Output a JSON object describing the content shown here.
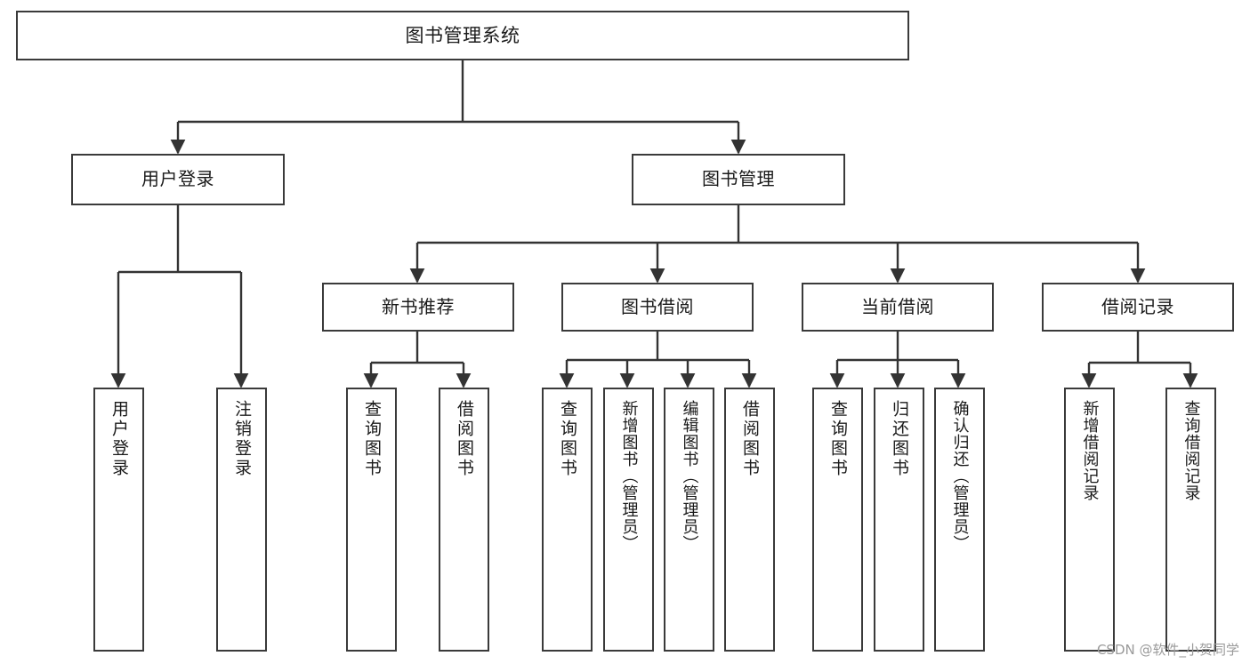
{
  "diagram": {
    "type": "tree-hierarchy",
    "title": "图书管理系统",
    "orientation": "top-down",
    "colors": {
      "box_border": "#3a3a3a",
      "box_fill": "#ffffff",
      "connector": "#333333",
      "text": "#1a1a1a",
      "watermark": "#9a9a9a",
      "background": "#ffffff"
    },
    "root": {
      "id": "root",
      "label": "图书管理系统"
    },
    "level1": [
      {
        "id": "user-login",
        "label": "用户登录"
      },
      {
        "id": "book-manage",
        "label": "图书管理"
      }
    ],
    "level2": [
      {
        "id": "new-book-recommend",
        "label": "新书推荐",
        "parent": "book-manage"
      },
      {
        "id": "book-borrow",
        "label": "图书借阅",
        "parent": "book-manage"
      },
      {
        "id": "current-borrow",
        "label": "当前借阅",
        "parent": "book-manage"
      },
      {
        "id": "borrow-record",
        "label": "借阅记录",
        "parent": "book-manage"
      }
    ],
    "leaves": [
      {
        "id": "leaf-user-login",
        "label": "用户登录",
        "parent": "user-login"
      },
      {
        "id": "leaf-user-logout",
        "label": "注销登录",
        "parent": "user-login"
      },
      {
        "id": "leaf-query-book-1",
        "label": "查询图书",
        "parent": "new-book-recommend"
      },
      {
        "id": "leaf-borrow-book-1",
        "label": "借阅图书",
        "parent": "new-book-recommend"
      },
      {
        "id": "leaf-query-book-2",
        "label": "查询图书",
        "parent": "book-borrow"
      },
      {
        "id": "leaf-add-book",
        "label": "新增图书（管理员）",
        "parent": "book-borrow"
      },
      {
        "id": "leaf-edit-book",
        "label": "编辑图书（管理员）",
        "parent": "book-borrow"
      },
      {
        "id": "leaf-borrow-book-2",
        "label": "借阅图书",
        "parent": "book-borrow"
      },
      {
        "id": "leaf-query-book-3",
        "label": "查询图书",
        "parent": "current-borrow"
      },
      {
        "id": "leaf-return-book",
        "label": "归还图书",
        "parent": "current-borrow"
      },
      {
        "id": "leaf-confirm-return",
        "label": "确认归还（管理员）",
        "parent": "current-borrow"
      },
      {
        "id": "leaf-add-record",
        "label": "新增借阅记录",
        "parent": "borrow-record"
      },
      {
        "id": "leaf-query-record",
        "label": "查询借阅记录",
        "parent": "borrow-record"
      }
    ],
    "watermark": "CSDN @软件_小贺同学"
  }
}
